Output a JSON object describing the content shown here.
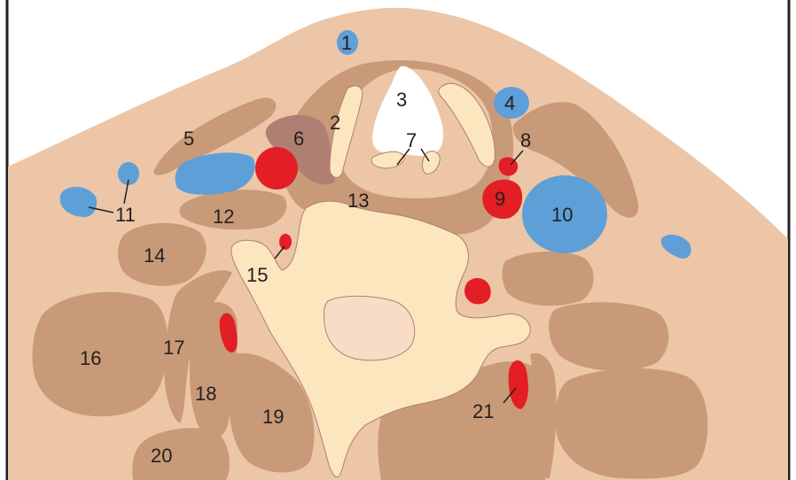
{
  "colors": {
    "skin": "#ecc6a7",
    "muscle": "#c99a77",
    "bone": "#fce6bd",
    "marrow": "#f8dcc6",
    "cartilage": "#fce6bd",
    "airway": "#ffffff",
    "vein": "#5e9fd8",
    "artery": "#e31e24",
    "gland": "#b07f73",
    "outline": "#231f20"
  },
  "labels": [
    "1",
    "2",
    "3",
    "4",
    "5",
    "6",
    "7",
    "8",
    "9",
    "10",
    "11",
    "12",
    "13",
    "14",
    "15",
    "16",
    "17",
    "18",
    "19",
    "20",
    "21"
  ]
}
